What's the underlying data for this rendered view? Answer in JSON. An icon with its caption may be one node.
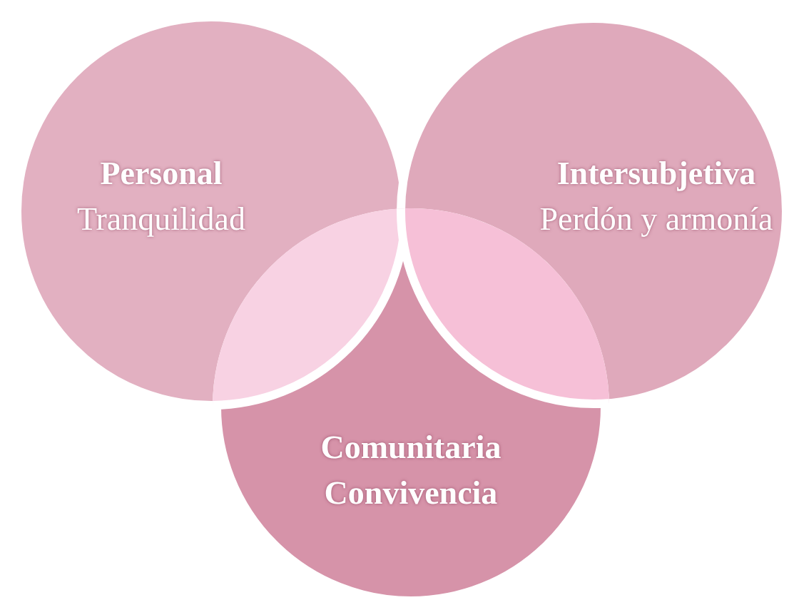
{
  "diagram": {
    "nodes": [
      {
        "text": [
          "Personal",
          "Tranquilidad"
        ]
      },
      {
        "text": [
          "Intersubjetiva",
          "Perdón y armonía"
        ]
      },
      {
        "text": [
          "Comunitaria",
          "Convivencia"
        ]
      }
    ]
  }
}
